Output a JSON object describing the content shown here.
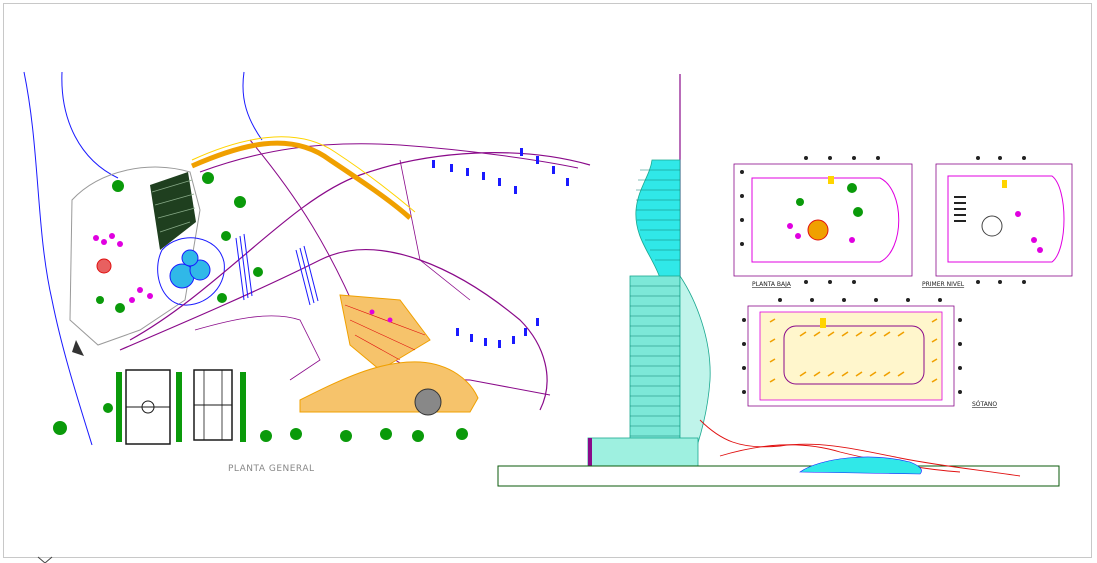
{
  "labels": {
    "site_plan": "PLANTA GENERAL",
    "ground_floor": "PLANTA BAJA",
    "first_floor": "PRIMER NIVEL",
    "basement": "SÓTANO"
  },
  "colors": {
    "frame": "#c8c8c8",
    "blue": "#1a1aff",
    "magenta": "#e000e0",
    "purple": "#8a0a8a",
    "green": "#0a7a0a",
    "orange": "#f0a000",
    "yellow": "#ffd400",
    "red": "#e01010",
    "cyan": "#30e8e8",
    "teal": "#1aa890",
    "gray": "#9a9a9a",
    "dark": "#202020"
  }
}
